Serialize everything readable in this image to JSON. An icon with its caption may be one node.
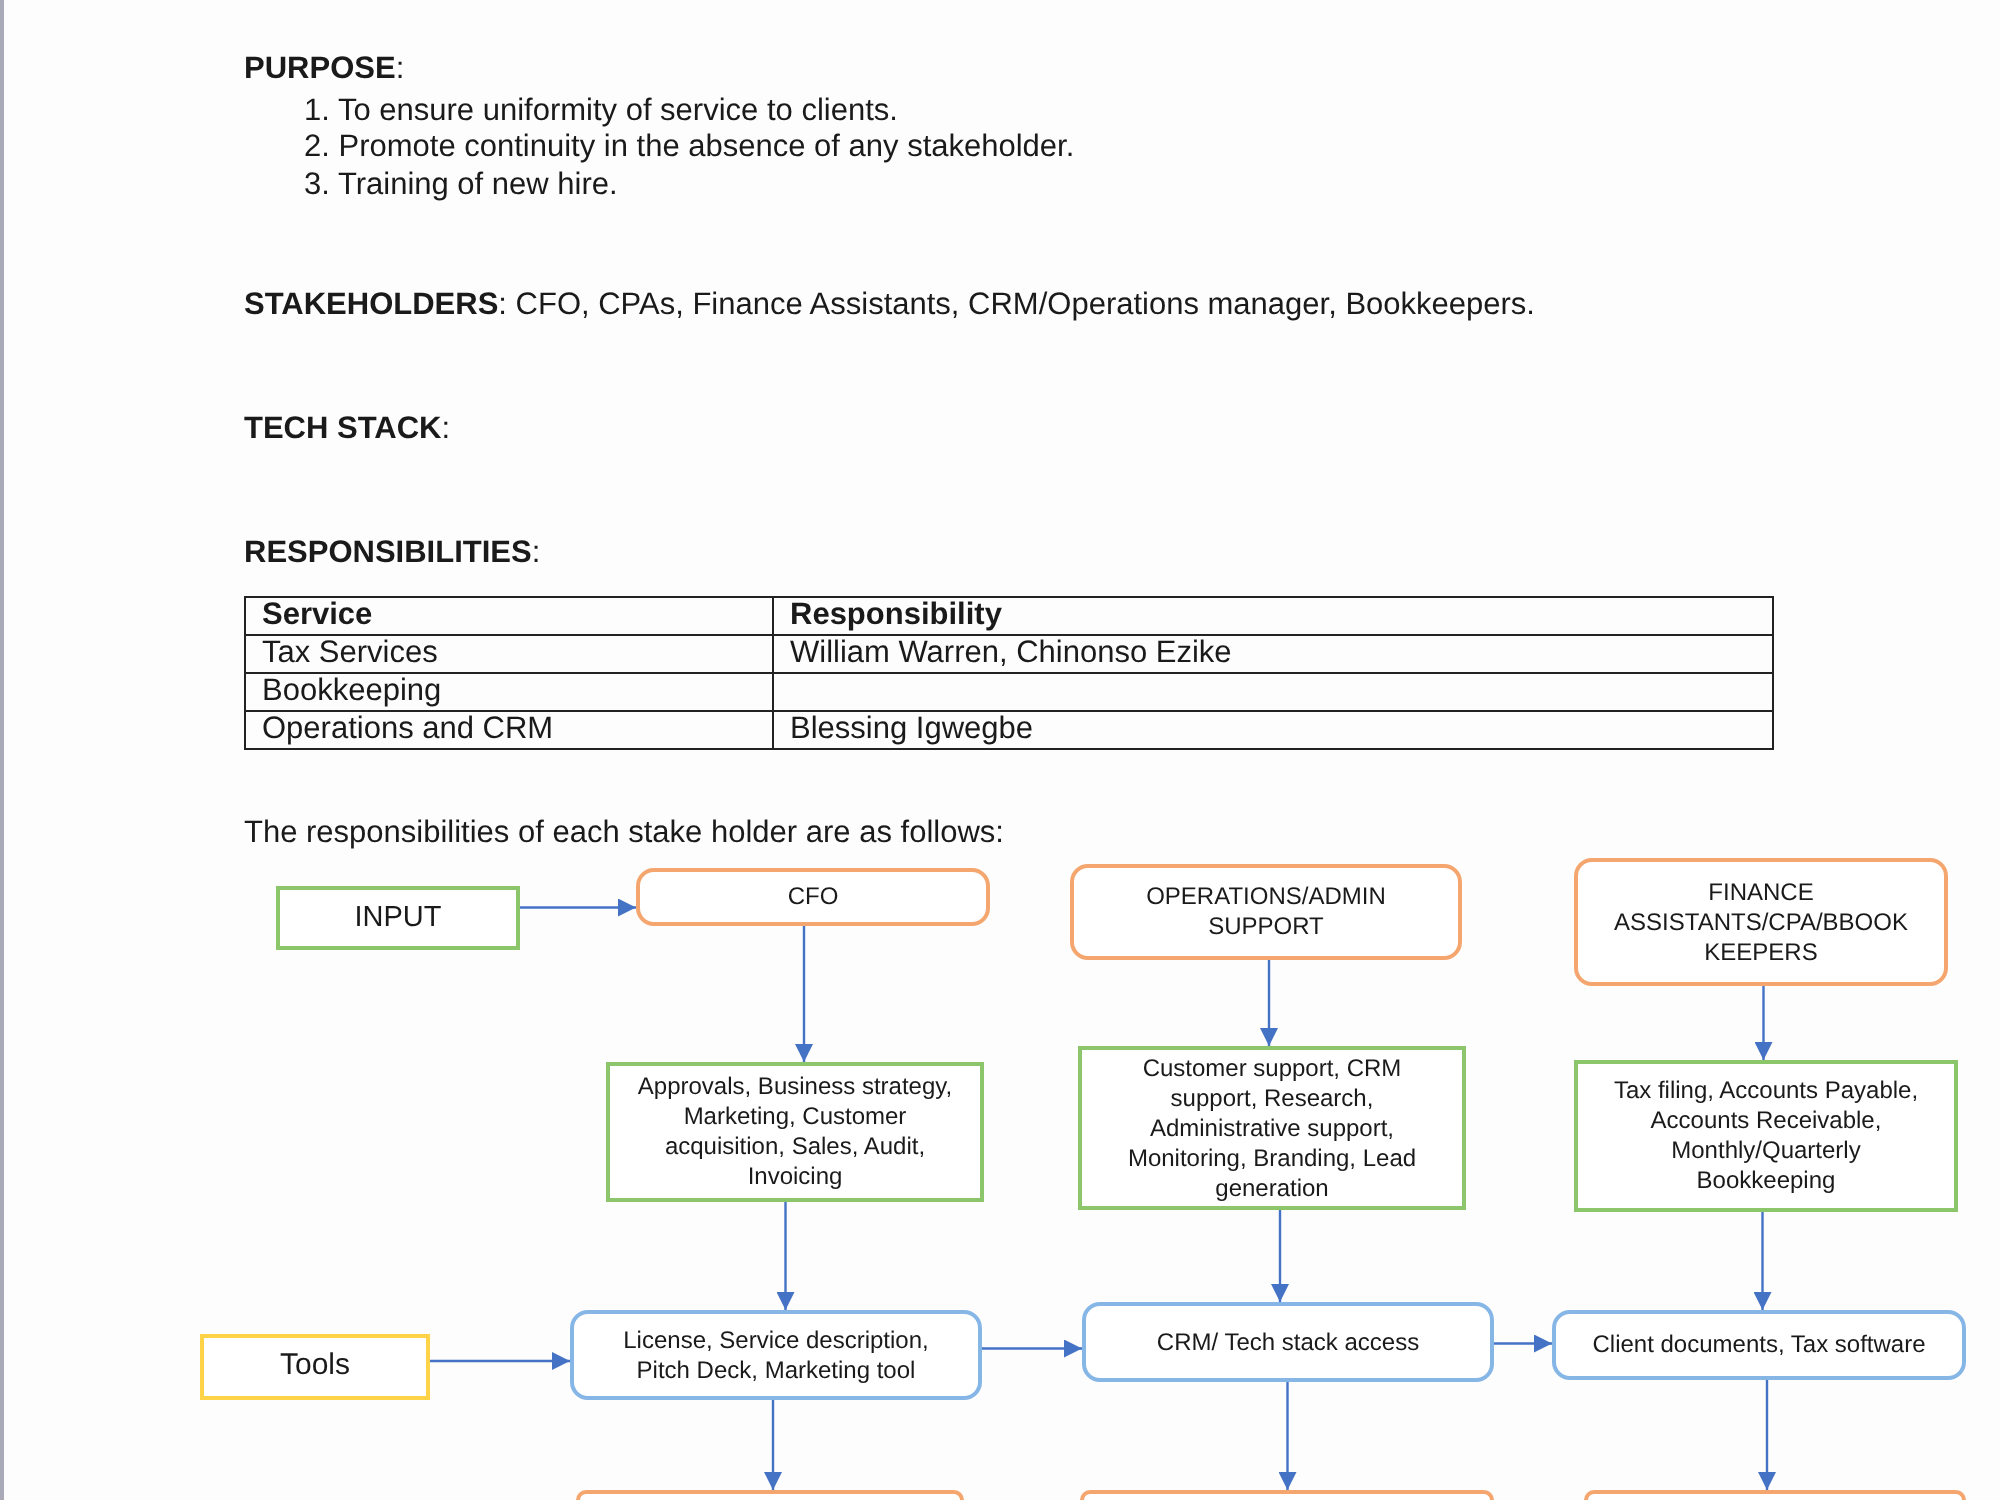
{
  "diagram": {
    "nodes": [
      {
        "text": [
          "INPUT"
        ]
      },
      {
        "text": [
          "CFO"
        ]
      },
      {
        "text": [
          "OPERATIONS/ADMIN SUPPORT"
        ]
      },
      {
        "text": [
          "FINANCE ASSISTANTS/CPA/BBOOK KEEPERS"
        ]
      },
      {
        "text": [
          "Approvals, Business strategy, Marketing, Customer acquisition, Sales, Audit, Invoicing"
        ]
      },
      {
        "text": [
          "Customer support, CRM support, Research, Administrative support, Monitoring, Branding, Lead generation"
        ]
      },
      {
        "text": [
          "Tax filing, Accounts Payable, Accounts Receivable, Monthly/Quarterly Bookkeeping"
        ]
      },
      {
        "text": [
          "Tools"
        ]
      },
      {
        "text": [
          "License, Service description, Pitch Deck, Marketing tool"
        ]
      },
      {
        "text": [
          "CRM/ Tech stack access"
        ]
      },
      {
        "text": [
          "Client documents, Tax software"
        ]
      },
      {
        "text": [],
        "shape": "box"
      },
      {
        "text": [],
        "shape": "box"
      },
      {
        "text": [],
        "shape": "box"
      }
    ],
    "edges": [
      {
        "from": 0,
        "to": 1,
        "arrow": "to"
      },
      {
        "from": 1,
        "to": 4,
        "arrow": "to"
      },
      {
        "from": 2,
        "to": 5,
        "arrow": "to"
      },
      {
        "from": 3,
        "to": 6,
        "arrow": "to"
      },
      {
        "from": 4,
        "to": 8,
        "arrow": "to"
      },
      {
        "from": 5,
        "to": 9,
        "arrow": "to"
      },
      {
        "from": 6,
        "to": 10,
        "arrow": "to"
      },
      {
        "from": 7,
        "to": 8,
        "arrow": "to"
      },
      {
        "from": 8,
        "to": 9,
        "arrow": "to"
      },
      {
        "from": 9,
        "to": 10,
        "arrow": "to"
      },
      {
        "from": 8,
        "to": 11,
        "arrow": "to"
      },
      {
        "from": 9,
        "to": 12,
        "arrow": "to"
      },
      {
        "from": 10,
        "to": 13,
        "arrow": "to"
      }
    ],
    "labels": [
      "**PURPOSE**:",
      "1. To ensure uniformity of service to clients.",
      "2. Promote continuity in the absence of any stakeholder.",
      "3. Training of new hire.",
      "**STAKEHOLDERS**: CFO, CPAs, Finance Assistants, CRM/Operations manager, Bookkeepers.",
      "**TECH STACK**:",
      "**RESPONSIBILITIES**:",
      "Service",
      "Responsibility",
      "Tax Services",
      "William Warren, Chinonso Ezike",
      "Bookkeeping",
      "Operations and CRM",
      "Blessing Igwegbe",
      "The responsibilities of each stake holder are as follows:"
    ]
  }
}
